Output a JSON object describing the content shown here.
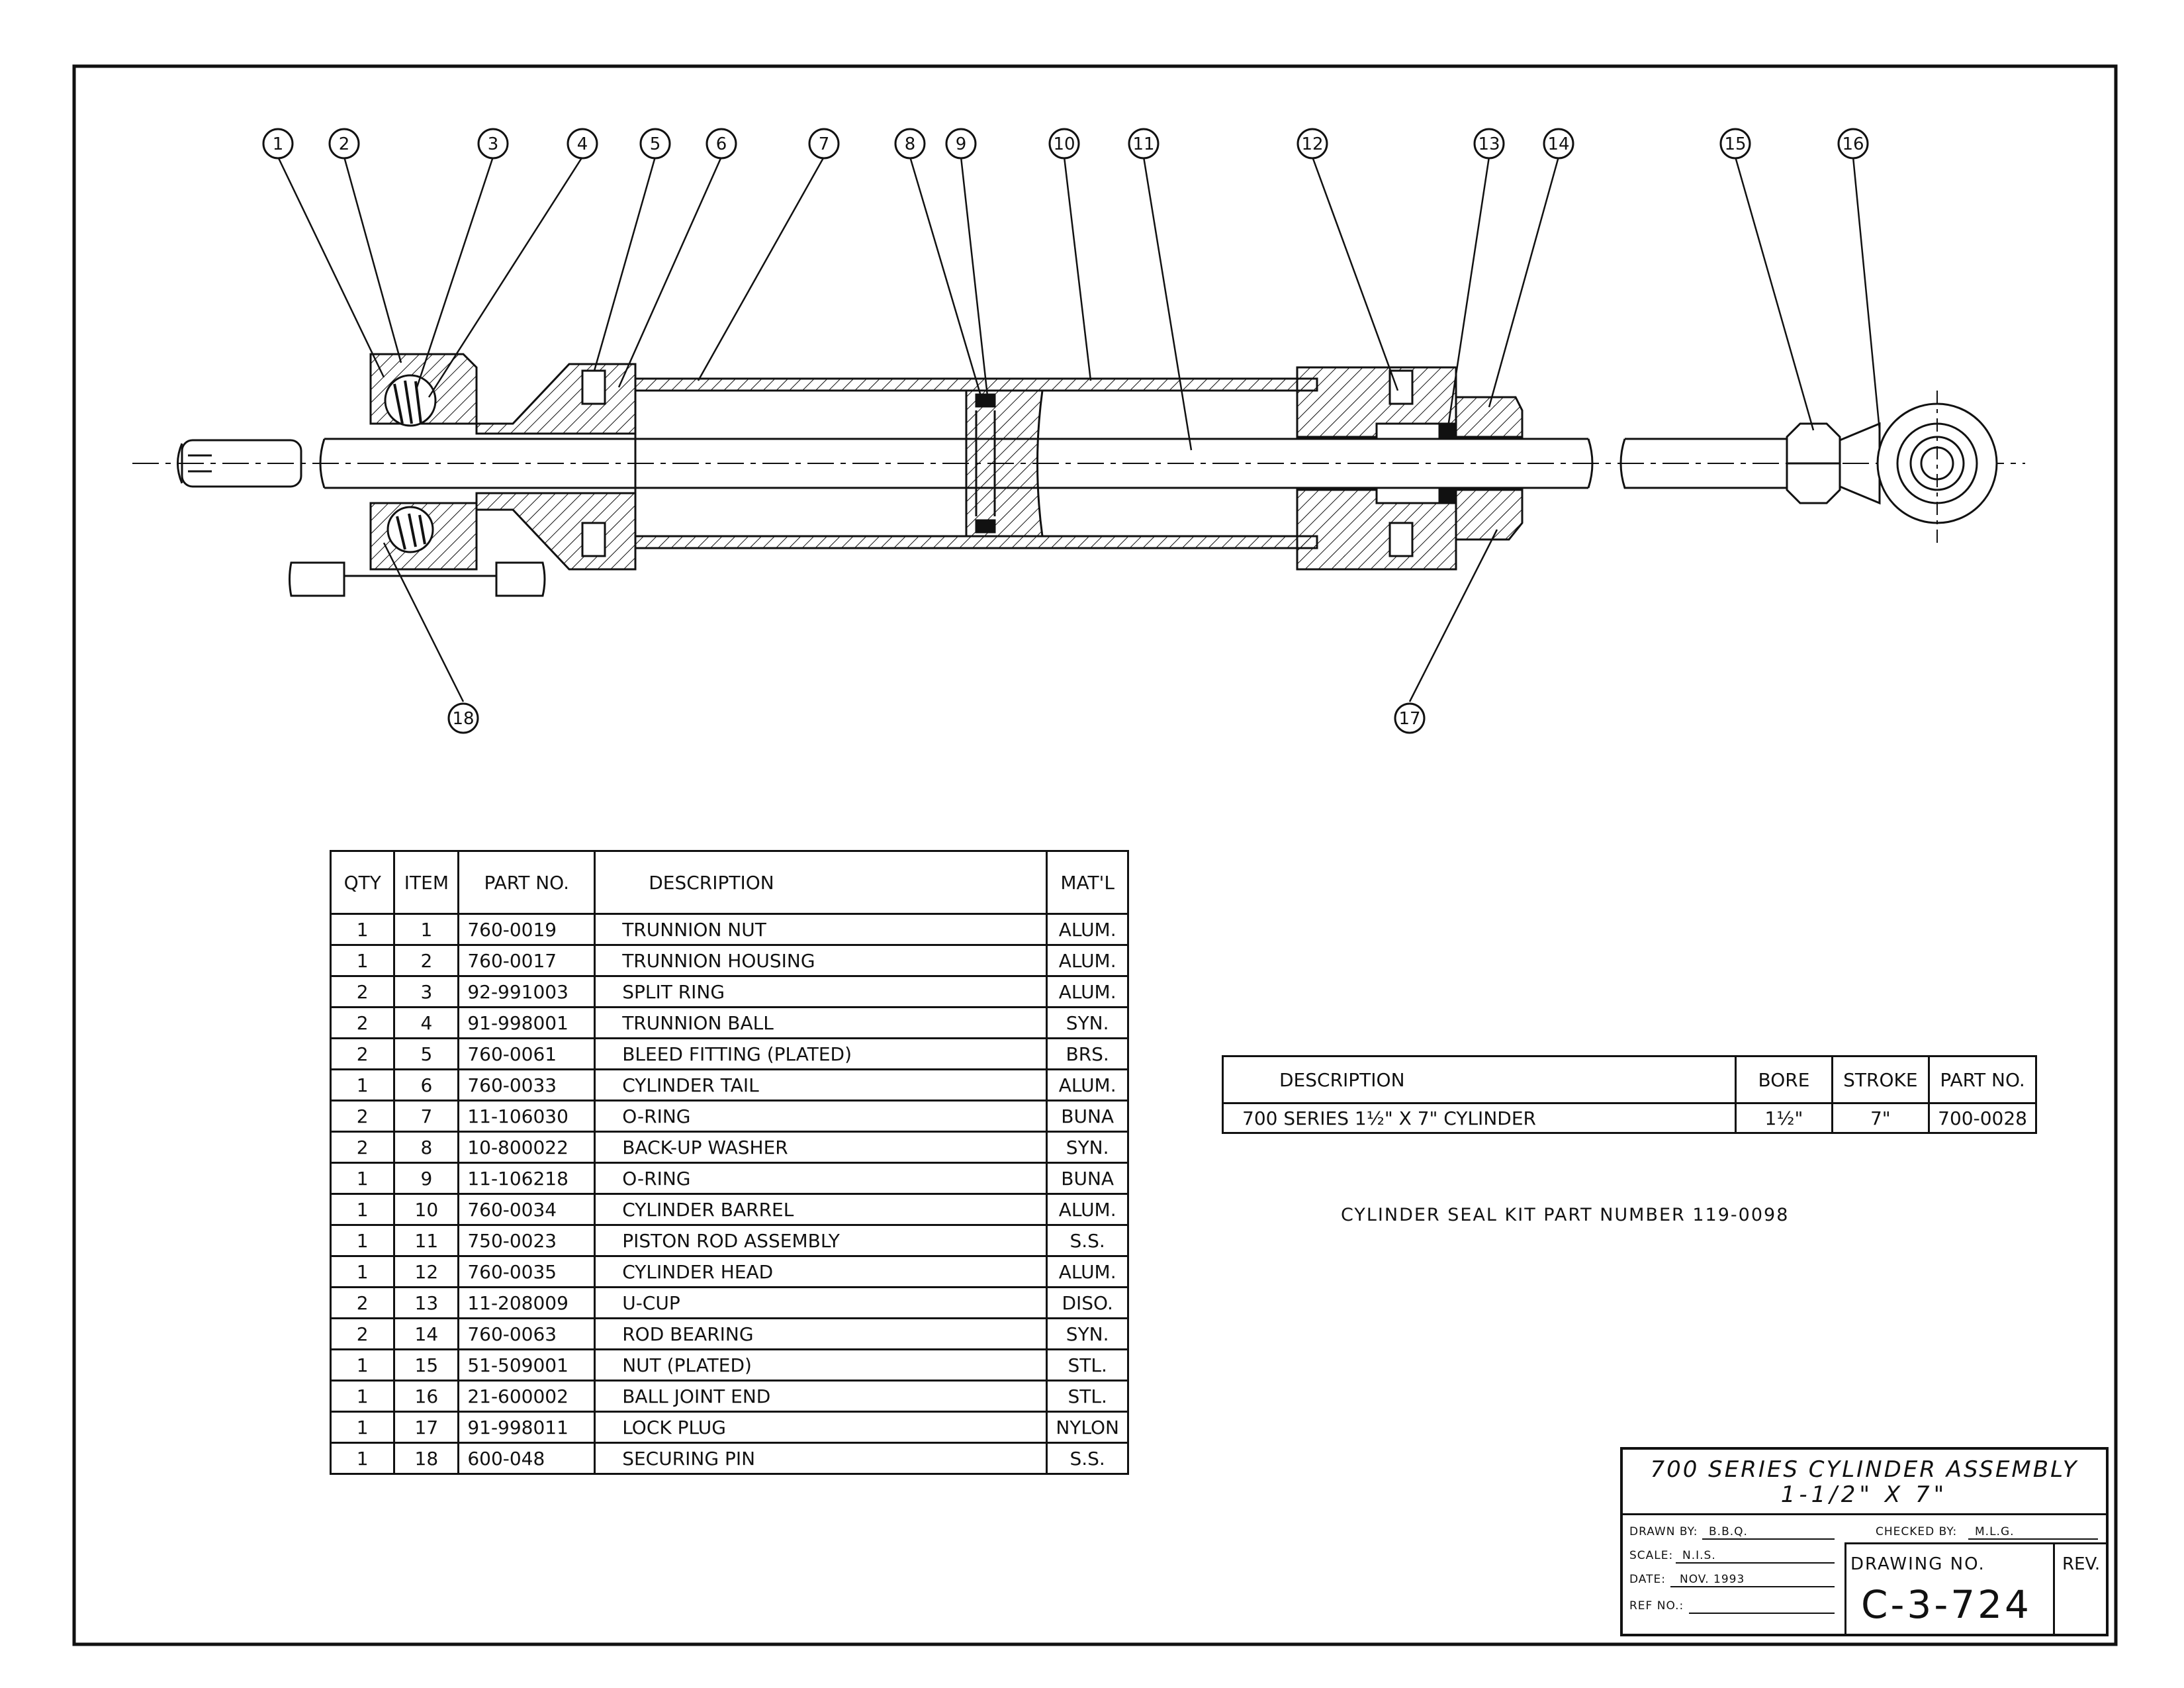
{
  "callouts": [
    "1",
    "2",
    "3",
    "4",
    "5",
    "6",
    "7",
    "8",
    "9",
    "10",
    "11",
    "12",
    "13",
    "14",
    "15",
    "16",
    "17",
    "18"
  ],
  "parts_table": {
    "headers": {
      "qty": "QTY",
      "item": "ITEM",
      "part_no": "PART NO.",
      "description": "DESCRIPTION",
      "matl": "MAT'L"
    },
    "rows": [
      {
        "qty": "1",
        "item": "1",
        "part_no": "760-0019",
        "description": "TRUNNION NUT",
        "matl": "ALUM."
      },
      {
        "qty": "1",
        "item": "2",
        "part_no": "760-0017",
        "description": "TRUNNION HOUSING",
        "matl": "ALUM."
      },
      {
        "qty": "2",
        "item": "3",
        "part_no": "92-991003",
        "description": "SPLIT RING",
        "matl": "ALUM."
      },
      {
        "qty": "2",
        "item": "4",
        "part_no": "91-998001",
        "description": "TRUNNION BALL",
        "matl": "SYN."
      },
      {
        "qty": "2",
        "item": "5",
        "part_no": "760-0061",
        "description": "BLEED FITTING (PLATED)",
        "matl": "BRS."
      },
      {
        "qty": "1",
        "item": "6",
        "part_no": "760-0033",
        "description": "CYLINDER TAIL",
        "matl": "ALUM."
      },
      {
        "qty": "2",
        "item": "7",
        "part_no": "11-106030",
        "description": "O-RING",
        "matl": "BUNA"
      },
      {
        "qty": "2",
        "item": "8",
        "part_no": "10-800022",
        "description": "BACK-UP WASHER",
        "matl": "SYN."
      },
      {
        "qty": "1",
        "item": "9",
        "part_no": "11-106218",
        "description": "O-RING",
        "matl": "BUNA"
      },
      {
        "qty": "1",
        "item": "10",
        "part_no": "760-0034",
        "description": "CYLINDER BARREL",
        "matl": "ALUM."
      },
      {
        "qty": "1",
        "item": "11",
        "part_no": "750-0023",
        "description": "PISTON ROD ASSEMBLY",
        "matl": "S.S."
      },
      {
        "qty": "1",
        "item": "12",
        "part_no": "760-0035",
        "description": "CYLINDER HEAD",
        "matl": "ALUM."
      },
      {
        "qty": "2",
        "item": "13",
        "part_no": "11-208009",
        "description": "U-CUP",
        "matl": "DISO."
      },
      {
        "qty": "2",
        "item": "14",
        "part_no": "760-0063",
        "description": "ROD BEARING",
        "matl": "SYN."
      },
      {
        "qty": "1",
        "item": "15",
        "part_no": "51-509001",
        "description": "NUT (PLATED)",
        "matl": "STL."
      },
      {
        "qty": "1",
        "item": "16",
        "part_no": "21-600002",
        "description": "BALL JOINT END",
        "matl": "STL."
      },
      {
        "qty": "1",
        "item": "17",
        "part_no": "91-998011",
        "description": "LOCK PLUG",
        "matl": "NYLON"
      },
      {
        "qty": "1",
        "item": "18",
        "part_no": "600-048",
        "description": "SECURING PIN",
        "matl": "S.S."
      }
    ]
  },
  "spec_table": {
    "headers": {
      "description": "DESCRIPTION",
      "bore": "BORE",
      "stroke": "STROKE",
      "part_no": "PART NO."
    },
    "row": {
      "description": "700 SERIES 1½\" X 7\" CYLINDER",
      "bore": "1½\"",
      "stroke": "7\"",
      "part_no": "700-0028"
    }
  },
  "seal_kit_note": "CYLINDER SEAL KIT PART NUMBER 119-0098",
  "title_block": {
    "title_line1": "700 SERIES CYLINDER ASSEMBLY",
    "title_line2": "1-1/2\" X 7\"",
    "drawn_by_label": "DRAWN BY:",
    "drawn_by": "B.B.Q.",
    "checked_by_label": "CHECKED BY:",
    "checked_by": "M.L.G.",
    "scale_label": "SCALE:",
    "scale": "N.I.S.",
    "date_label": "DATE:",
    "date": "NOV. 1993",
    "ref_label": "REF NO.:",
    "ref": "",
    "drawing_no_label": "DRAWING NO.",
    "drawing_no": "C-3-724",
    "rev_label": "REV."
  }
}
